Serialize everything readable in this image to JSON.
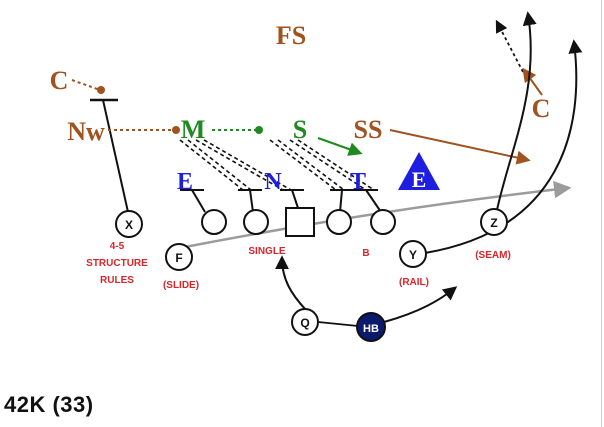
{
  "colors": {
    "brown": "#a0521f",
    "green": "#1f8a1f",
    "blue": "#1d1ee0",
    "red": "#d8262b",
    "black": "#111111",
    "navy": "#0c1a6b",
    "gray": "#8a8a8a"
  },
  "defense": {
    "fs": "FS",
    "c_left": "C",
    "nw": "Nw",
    "m": "M",
    "s": "S",
    "ss": "SS",
    "c_right": "C",
    "e": "E",
    "n": "N",
    "t": "T",
    "e_triangle": "E"
  },
  "offense": {
    "x": "X",
    "f": "F",
    "y": "Y",
    "z": "Z",
    "q": "Q",
    "hb": "HB"
  },
  "notes": {
    "structure_line1": "4-5",
    "structure_line2": "STRUCTURE",
    "structure_line3": "RULES",
    "slide": "(SLIDE)",
    "single": "SINGLE",
    "b": "B",
    "rail": "(RAIL)",
    "seam": "(SEAM)"
  },
  "title": "42K (33)"
}
